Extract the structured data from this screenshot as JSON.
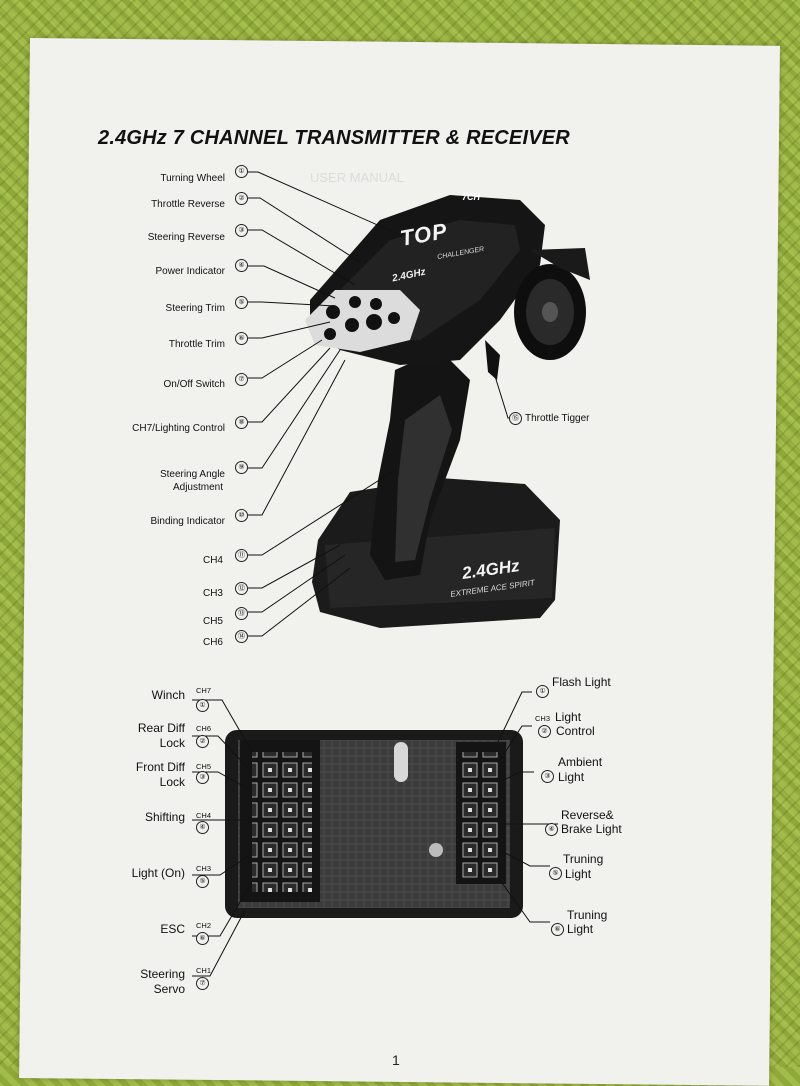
{
  "title": "2.4GHz 7 CHANNEL TRANSMITTER & RECEIVER",
  "transmitter_labels": [
    {
      "label": "Turning Wheel",
      "num": "①"
    },
    {
      "label": "Throttle Reverse",
      "num": "②"
    },
    {
      "label": "Steering Reverse",
      "num": "③"
    },
    {
      "label": "Power Indicator",
      "num": "④"
    },
    {
      "label": "Steering Trim",
      "num": "⑤"
    },
    {
      "label": "Throttle Trim",
      "num": "⑥"
    },
    {
      "label": "On/Off Switch",
      "num": "⑦"
    },
    {
      "label": "CH7/Lighting Control",
      "num": "⑧"
    },
    {
      "label": "Steering Angle",
      "label2": "Adjustment",
      "num": "⑨"
    },
    {
      "label": "Binding Indicator",
      "num": "⑩"
    },
    {
      "label": "CH4",
      "num": "⑪"
    },
    {
      "label": "CH3",
      "num": "⑫"
    },
    {
      "label": "CH5",
      "num": "⑬"
    },
    {
      "label": "CH6",
      "num": "⑭"
    }
  ],
  "throttle_trigger": {
    "label": "Throttle Tigger",
    "num": "⑮"
  },
  "transmitter_brand": {
    "top": "TOP",
    "sub": "CHALLENGER",
    "badge": "7CH",
    "freq": "2.4GHz",
    "base_text": "2.4GHz",
    "base_sub": "EXTREME ACE SPIRIT"
  },
  "receiver_left": [
    {
      "label": "Winch",
      "ch": "CH7",
      "num": "①"
    },
    {
      "label": "Rear Diff",
      "label2": "Lock",
      "ch": "CH6",
      "num": "②"
    },
    {
      "label": "Front Diff",
      "label2": "Lock",
      "ch": "CH5",
      "num": "③"
    },
    {
      "label": "Shifting",
      "ch": "CH4",
      "num": "④"
    },
    {
      "label": "Light (On)",
      "ch": "CH3",
      "num": "⑤"
    },
    {
      "label": "ESC",
      "ch": "CH2",
      "num": "⑥"
    },
    {
      "label": "Steering",
      "label2": "Servo",
      "ch": "CH1",
      "num": "⑦"
    }
  ],
  "receiver_right": [
    {
      "num": "①",
      "label": "Flash Light"
    },
    {
      "ch": "CH3",
      "label": "Light",
      "num": "②",
      "label2": "Control"
    },
    {
      "label": "Ambient",
      "num": "③",
      "label2": "Light"
    },
    {
      "label": "Reverse&",
      "num": "④",
      "label2": "Brake Light"
    },
    {
      "label": "Truning",
      "num": "⑤",
      "label2": "Light"
    },
    {
      "label": "Truning",
      "num": "⑥",
      "label2": "Light"
    }
  ],
  "page_number": "1"
}
